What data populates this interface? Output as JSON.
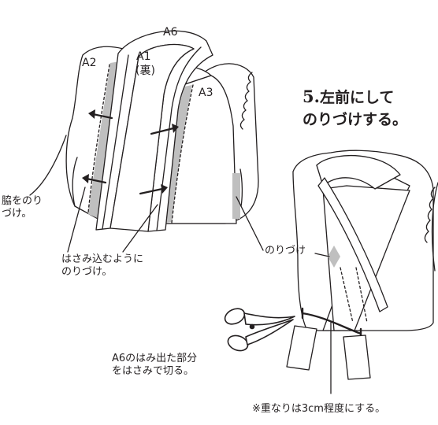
{
  "parts": {
    "a6": "A6",
    "a2": "A2",
    "a1": "A1",
    "a1_sub": "(裏)",
    "a3": "A3"
  },
  "step": {
    "number": "5.",
    "title_line1": "左前にして",
    "title_line2": "のりづけする。"
  },
  "annotations": {
    "side_glue_line1": "脇をのり",
    "side_glue_line2": "づけ。",
    "sandwich_line1": "はさみ込むように",
    "sandwich_line2": "のりづけ。",
    "glue": "のりづけ",
    "cut_line1": "A6のはみ出た部分",
    "cut_line2": "をはさみで切る。",
    "overlap_note": "※重なりは3cm程度にする。"
  },
  "colors": {
    "line": "#231f20",
    "glue_fill": "#bfbfbf"
  }
}
